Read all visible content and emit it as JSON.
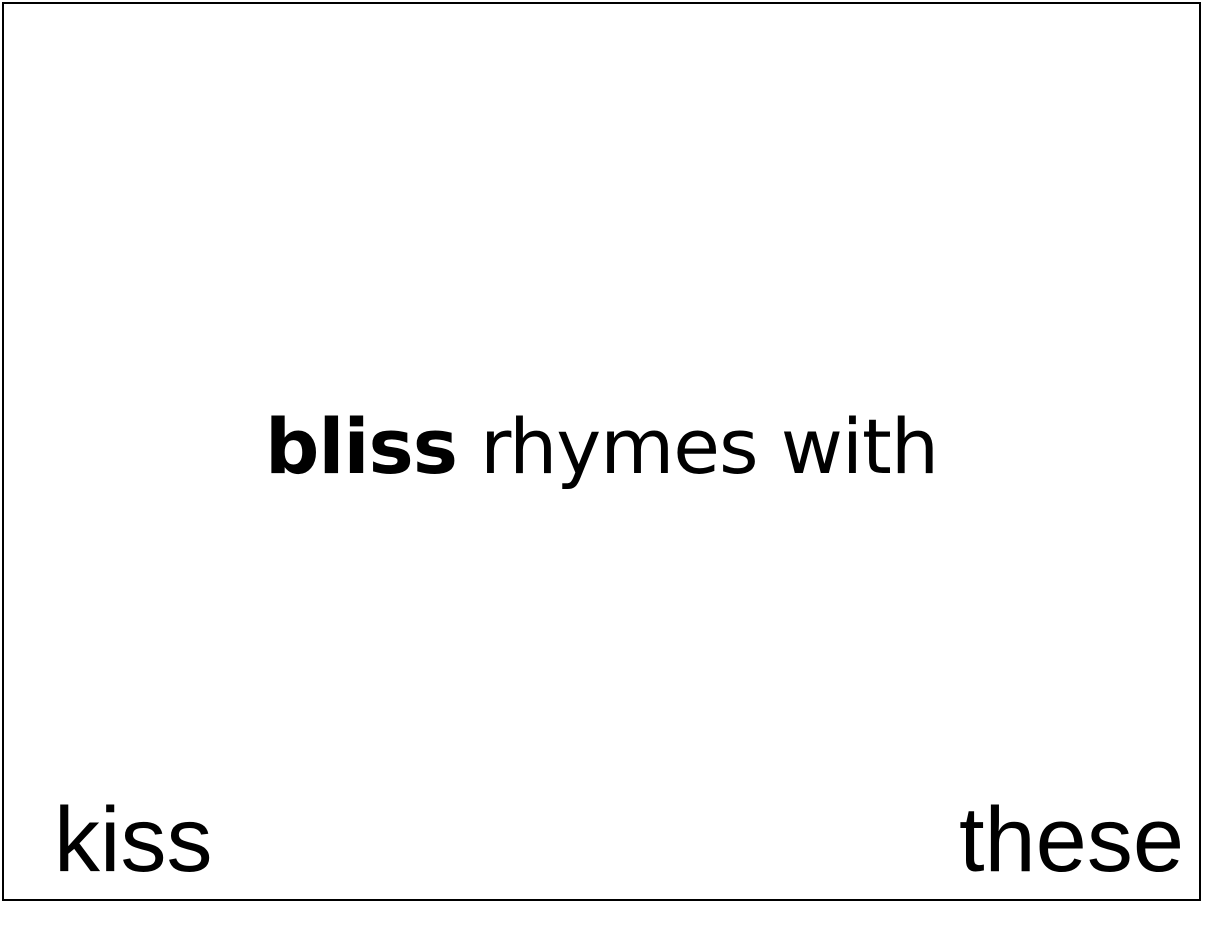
{
  "prompt": {
    "target_word": "bliss",
    "connector": "rhymes with"
  },
  "choices": {
    "left": "kiss",
    "right": "these"
  }
}
